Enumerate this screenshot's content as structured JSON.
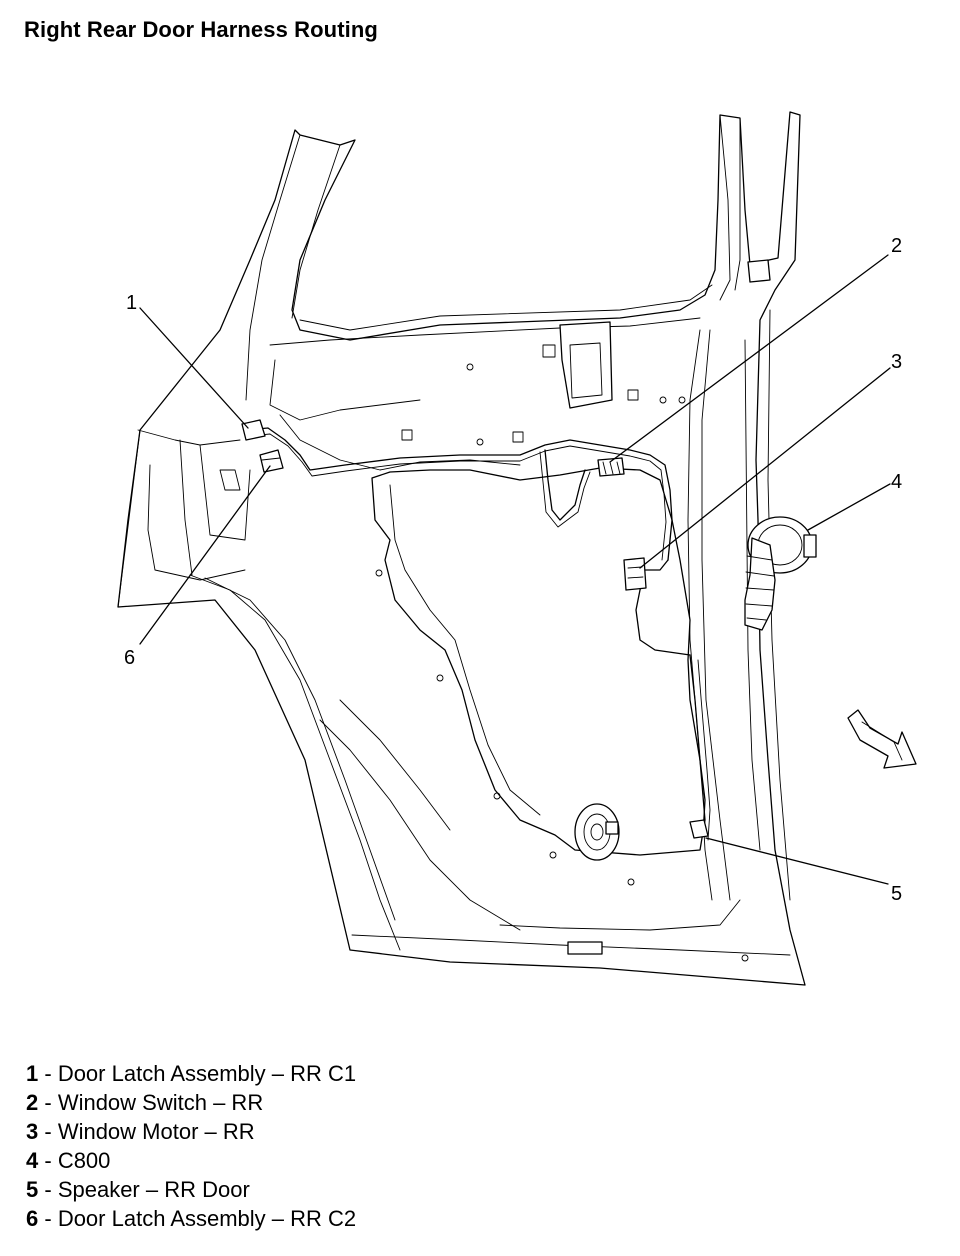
{
  "title": "Right Rear Door Harness Routing",
  "callouts": [
    {
      "num": "1",
      "label": "Door Latch Assembly – RR C1"
    },
    {
      "num": "2",
      "label": "Window Switch – RR"
    },
    {
      "num": "3",
      "label": "Window Motor – RR"
    },
    {
      "num": "4",
      "label": "C800"
    },
    {
      "num": "5",
      "label": "Speaker – RR Door"
    },
    {
      "num": "6",
      "label": "Door Latch Assembly – RR C2"
    }
  ],
  "separator": " - "
}
